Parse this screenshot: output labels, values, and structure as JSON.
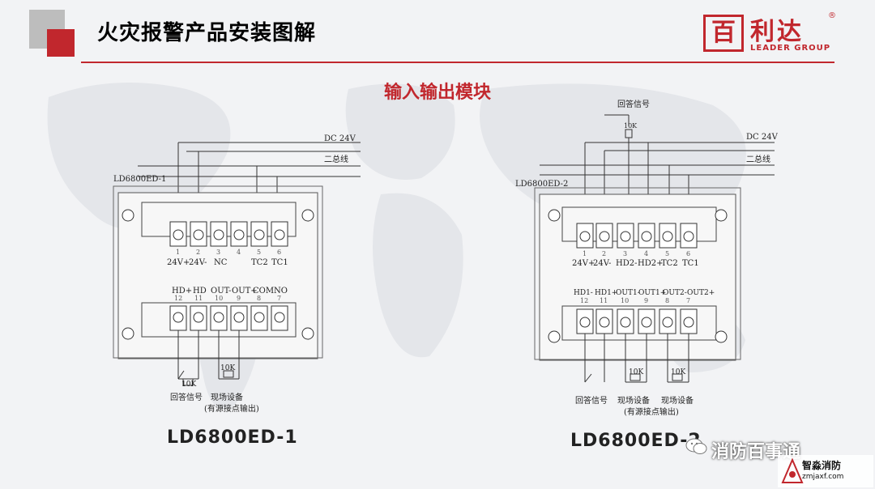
{
  "header": {
    "title": "火灾报警产品安装图解"
  },
  "logo": {
    "cn": "利达",
    "reg": "®",
    "en": "LEADER GROUP",
    "box_char": "百"
  },
  "subtitle": "输入输出模块",
  "colors": {
    "accent": "#c1272d",
    "gray": "#bdbdbd"
  },
  "left": {
    "code": "LD6800ED-1",
    "model": "LD6800ED-1",
    "dc_label": "DC 24V",
    "bus_label": "二总线",
    "top_numbers": [
      "1",
      "2",
      "3",
      "4",
      "5",
      "6"
    ],
    "top_labels": [
      "24V+",
      "24V-",
      "NC",
      "",
      "TC2",
      "TC1"
    ],
    "bottom_labels": [
      "HD+",
      "HD",
      "OUT-",
      "OUT+",
      "COM",
      "NO"
    ],
    "bottom_numbers": [
      "12",
      "11",
      "10",
      "9",
      "8",
      "7"
    ],
    "r1": "10K",
    "r2": "10K",
    "cap1": "回答信号",
    "cap2": "现场设备",
    "cap3": "(有源接点输出)"
  },
  "right": {
    "code": "LD6800ED-2",
    "model": "LD6800ED-2",
    "dc_label": "DC 24V",
    "bus_label": "二总线",
    "top_resistor": "10K",
    "top_caption": "回答信号",
    "top_numbers": [
      "1",
      "2",
      "3",
      "4",
      "5",
      "6"
    ],
    "top_labels": [
      "24V+",
      "24V-",
      "HD2-",
      "HD2+",
      "TC2",
      "TC1"
    ],
    "bottom_labels": [
      "HD1-",
      "HD1+",
      "OUT1-",
      "OUT1+",
      "OUT2-",
      "OUT2+"
    ],
    "bottom_numbers": [
      "12",
      "11",
      "10",
      "9",
      "8",
      "7"
    ],
    "r1": "10K",
    "r2": "10K",
    "cap1": "回答信号",
    "cap2": "现场设备",
    "cap3": "现场设备",
    "cap4": "(有源接点输出)"
  },
  "watermark": {
    "text": "消防百事通",
    "badge_cn": "智淼消防",
    "badge_url": "zmjaxf.com"
  }
}
